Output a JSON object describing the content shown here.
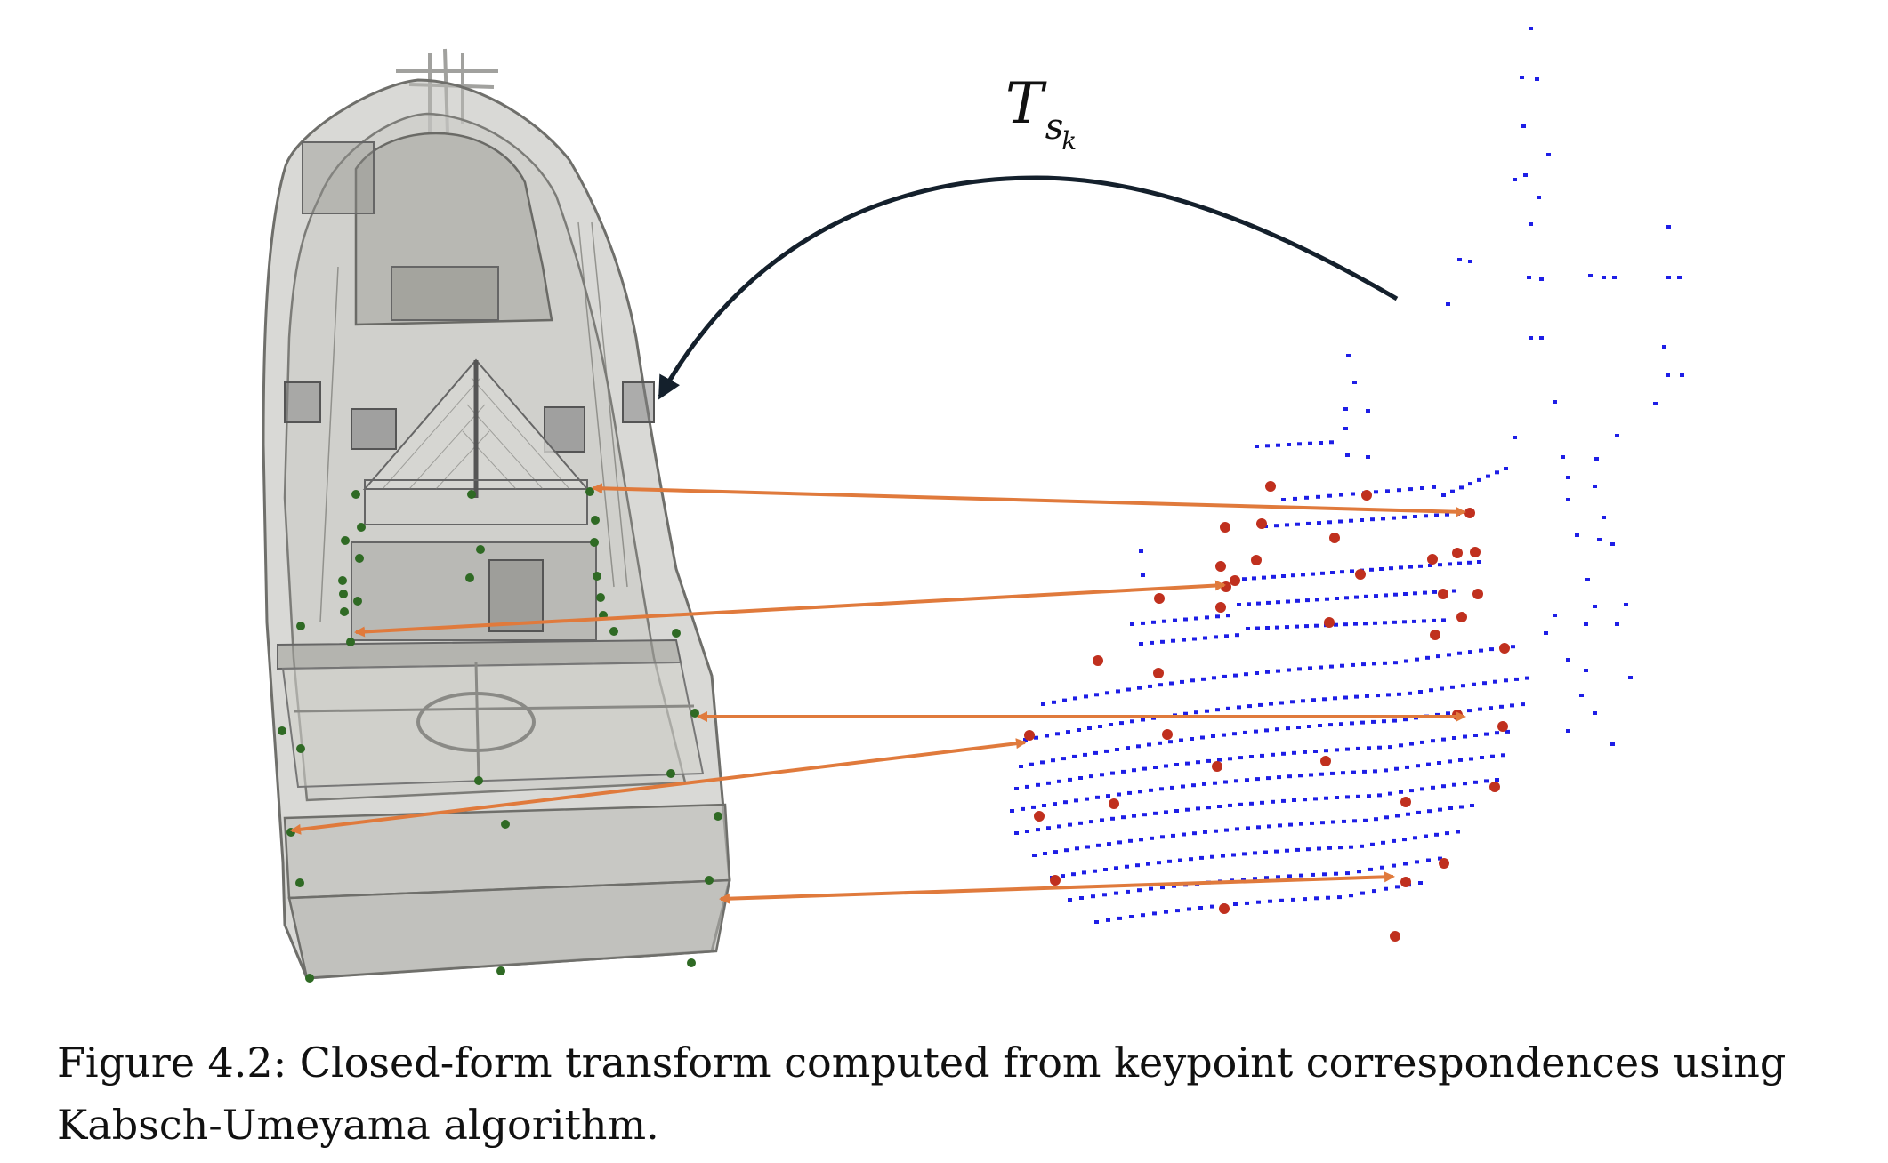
{
  "figure": {
    "transform_label": {
      "symbol": "T",
      "subscript": "s",
      "sub_subscript": "k"
    },
    "caption": {
      "line1": "Figure 4.2: Closed-form transform computed from keypoint correspondences using",
      "line2": "Kabsch-Umeyama algorithm."
    }
  },
  "colors": {
    "boat_fill": "#b9b9b4",
    "boat_stroke": "#6f6f6b",
    "model_keypoint": "#2f6a24",
    "scan_point": "#1e1ee6",
    "scan_keypoint": "#c0301e",
    "correspondence_arrow": "#e07a3c",
    "transform_arrow": "#14202c"
  },
  "icons": {
    "boat_model": "boat-3d-model-icon",
    "point_cloud": "lidar-point-cloud-icon"
  }
}
